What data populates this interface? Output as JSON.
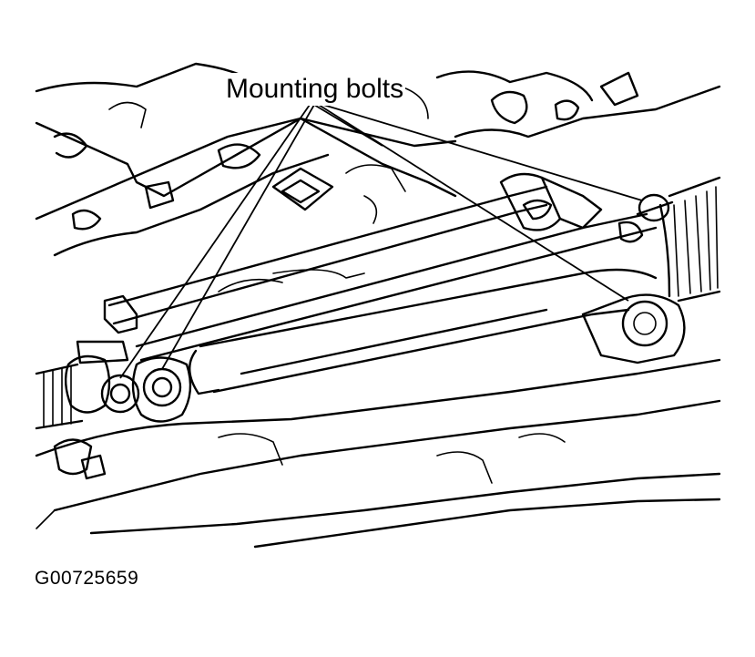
{
  "figure": {
    "callout_label": "Mounting bolts",
    "figure_id": "G00725659"
  },
  "parts": [
    {
      "name": "mounting-bolt-front-1"
    },
    {
      "name": "mounting-bolt-front-2"
    },
    {
      "name": "mounting-bolt-rear-upper"
    },
    {
      "name": "mounting-bolt-rear-lower"
    }
  ]
}
